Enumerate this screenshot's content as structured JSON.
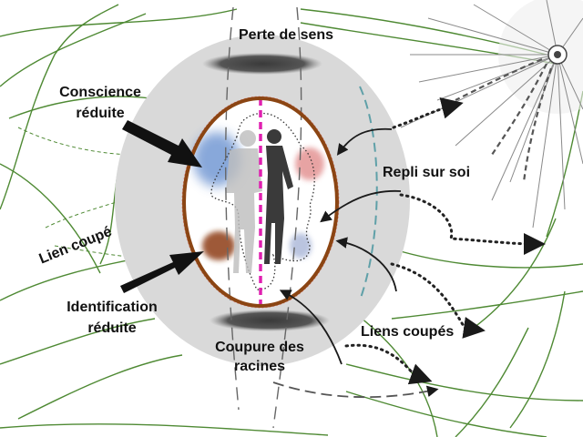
{
  "diagram": {
    "labels": {
      "perte_de_sens": "Perte de sens",
      "conscience_line1": "Conscience",
      "conscience_line2": "réduite",
      "repli_sur_soi": "Repli sur soi",
      "lien_coupe": "Lien coupé",
      "identification_line1": "Identification",
      "identification_line2": "réduite",
      "liens_coupes": "Liens coupés",
      "coupure_line1": "Coupure des",
      "coupure_line2": "racines"
    },
    "colors": {
      "network_line": "#4f8a34",
      "halo": "#d9d9d9",
      "oval": "#8b4513",
      "axis": "#e020b0",
      "arrow": "#1a1a1a",
      "blob_blue": "#7b9fd6",
      "blob_red": "#e28d8d",
      "blob_brown": "#8e3e18",
      "blob_lightblue": "#a9b6d8",
      "shadow_disc": "#4a4a4a"
    }
  }
}
